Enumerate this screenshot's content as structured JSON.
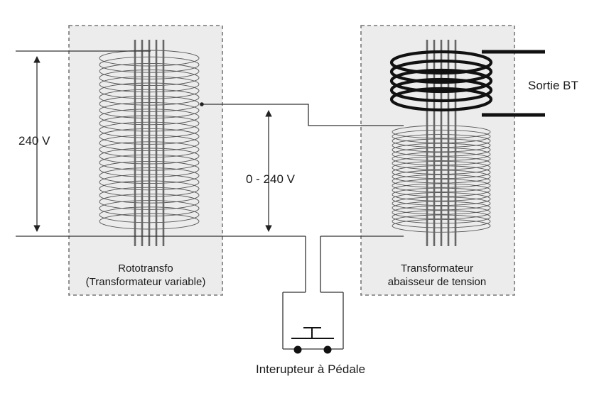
{
  "labels": {
    "voltage_in": "240 V",
    "voltage_var": "0 - 240 V",
    "output": "Sortie BT",
    "rototransfo_line1": "Rototransfo",
    "rototransfo_line2": "(Transformateur variable)",
    "stepdown_line1": "Transformateur",
    "stepdown_line2": "abaisseur de tension",
    "switch": "Interupteur à Pédale"
  },
  "colors": {
    "box_fill": "#ececec",
    "box_border": "#777777",
    "wire": "#333333",
    "coil_thin": "#555555",
    "coil_thick": "#111111",
    "core": "#666666"
  },
  "icons": [
    "coil-icon",
    "transformer-core-icon",
    "foot-switch-icon",
    "arrow-icon"
  ]
}
